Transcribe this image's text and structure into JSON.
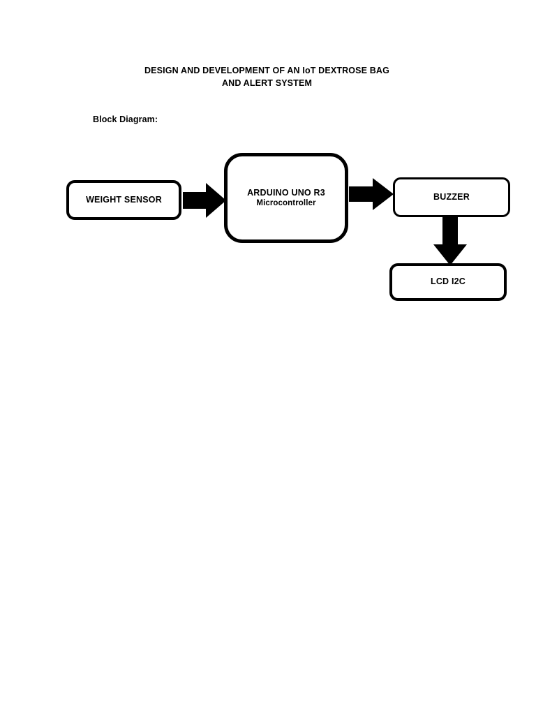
{
  "document": {
    "title_line_1": "DESIGN AND DEVELOPMENT OF AN IoT DEXTROSE BAG",
    "title_line_2": "AND ALERT SYSTEM",
    "title_full": "DESIGN AND DEVELOPMENT OF AN IoT DEXTROSE BAG\nAND ALERT SYSTEM",
    "section_label": "Block Diagram:",
    "background_color": "#ffffff",
    "ink_color": "#000000"
  },
  "diagram": {
    "type": "block-diagram",
    "blocks": [
      {
        "id": "weight-sensor",
        "label": "WEIGHT SENSOR",
        "sublabel": "",
        "shape": "rounded-rectangle"
      },
      {
        "id": "arduino",
        "label": "ARDUINO UNO R3",
        "sublabel": "Microcontroller",
        "shape": "rounded-rectangle"
      },
      {
        "id": "buzzer",
        "label": "BUZZER",
        "sublabel": "",
        "shape": "rounded-rectangle"
      },
      {
        "id": "lcd",
        "label": "LCD I2C",
        "sublabel": "",
        "shape": "rounded-rectangle"
      }
    ],
    "connectors": [
      {
        "id": "sensor-to-mcu",
        "from": "weight-sensor",
        "to": "arduino",
        "direction": "right",
        "style": "solid-block-arrow"
      },
      {
        "id": "mcu-to-buzzer",
        "from": "arduino",
        "to": "buzzer",
        "direction": "right",
        "style": "solid-block-arrow"
      },
      {
        "id": "buzzer-to-lcd",
        "from": "buzzer",
        "to": "lcd",
        "direction": "down",
        "style": "solid-block-arrow"
      }
    ]
  }
}
